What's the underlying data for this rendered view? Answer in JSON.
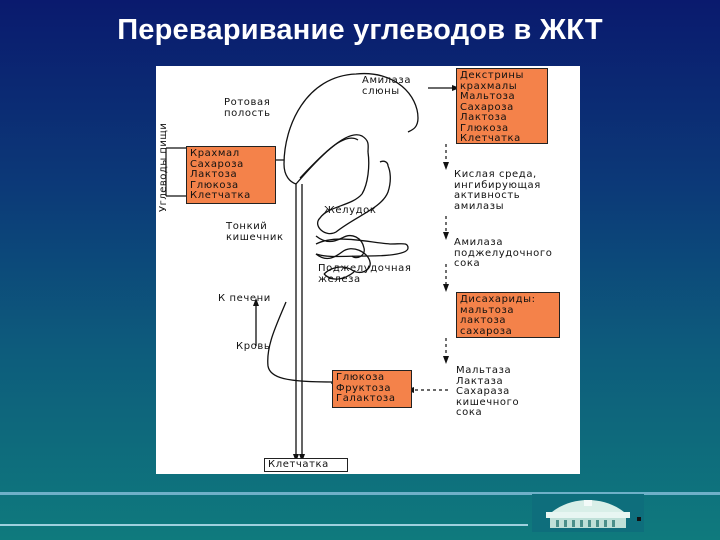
{
  "title": "Переваривание углеводов в ЖКТ",
  "diagram": {
    "left_box": [
      "Крахмал",
      "Сахароза",
      "Лактоза",
      "Глюкоза",
      "Клетчатка"
    ],
    "vertical_label": "Углеводы пищи",
    "oral_cavity": "Ротовая\nполость",
    "salivary_amylase": "Амилаза\nслюны",
    "top_right_box": [
      "Декстрины",
      "крахмалы",
      "Мальтоза",
      "Сахароза",
      "Лактоза",
      "Глюкоза",
      "Клетчатка"
    ],
    "acid_env": "Кислая среда,\nингибирующая\nактивность\nамилазы",
    "stomach": "Желудок",
    "small_intestine": "Тонкий\nкишечник",
    "pancreatic_amylase": "Амилаза\nподжелудочного\nсока",
    "pancreas": "Поджелудочная\nжелеза",
    "to_liver": "К печени",
    "disaccharides_box": [
      "Дисахариды:",
      "мальтоза",
      "лактоза",
      "сахароза"
    ],
    "blood": "Кровь",
    "intestinal_enzymes": "Мальтаза\nЛактаза\nСахараза\nкишечного\nсока",
    "monosaccharides_box": [
      "Глюкоза",
      "Фруктоза",
      "Галактоза"
    ],
    "fiber_out": "Клетчатка"
  },
  "colors": {
    "background_top": "#0a1a6e",
    "background_bottom": "#0f7a7d",
    "box_fill": "#f4824a"
  }
}
